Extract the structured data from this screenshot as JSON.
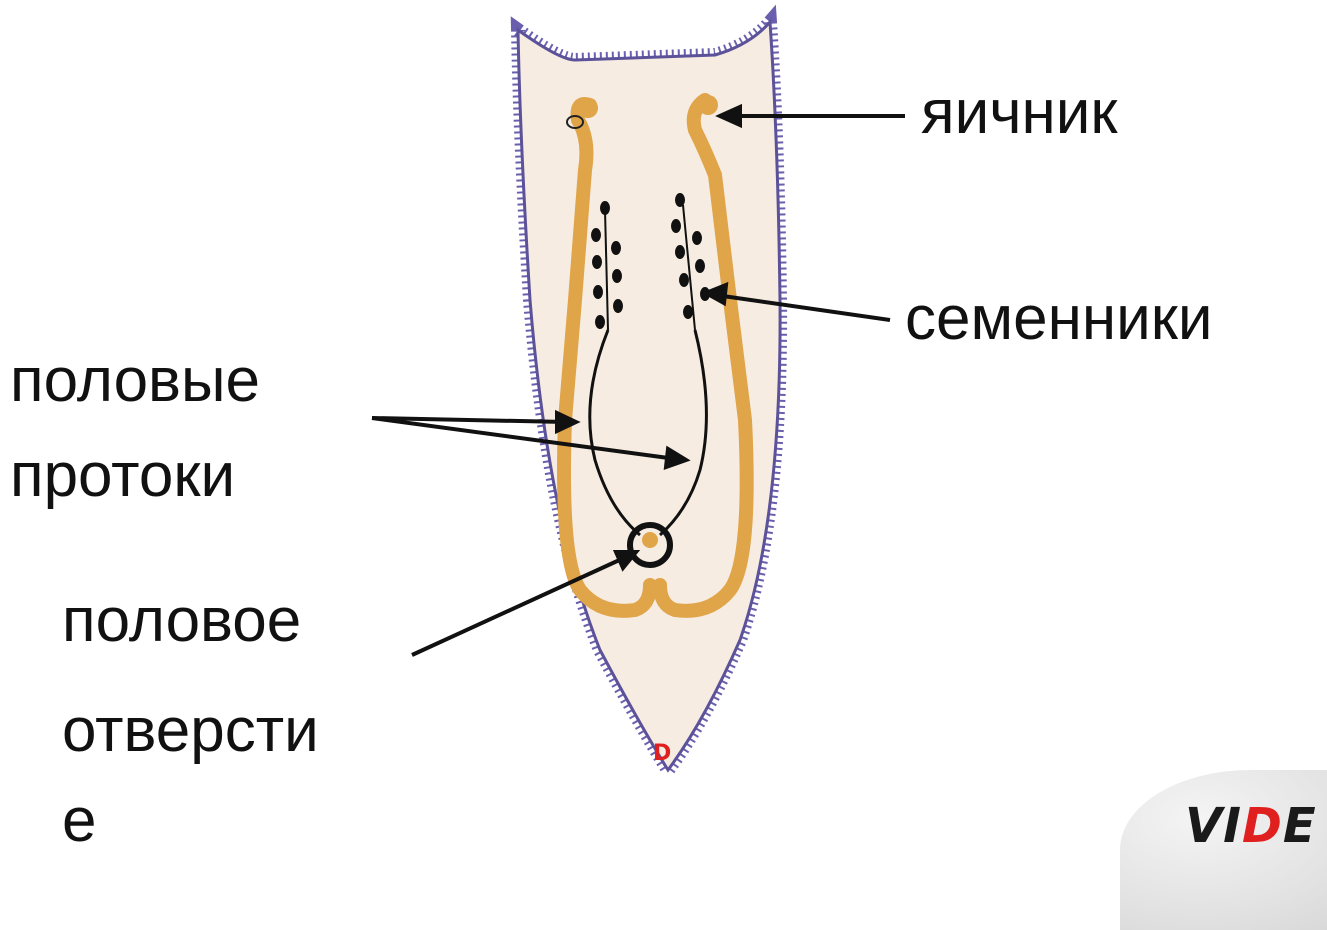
{
  "labels": {
    "ovary": "яичник",
    "testes": "семенники",
    "ducts_line1": "половые",
    "ducts_line2": "протоки",
    "pore_line1": "половое",
    "pore_line2": "отверсти",
    "pore_line3": "е"
  },
  "logo": {
    "part1": "VI",
    "part2": "D",
    "part3": "E"
  },
  "colors": {
    "body_fill": "#f6ece1",
    "body_outline": "#5b5299",
    "ovary_gland": "#e0a449",
    "ducts": "#111111",
    "mark": "#e0201e"
  }
}
